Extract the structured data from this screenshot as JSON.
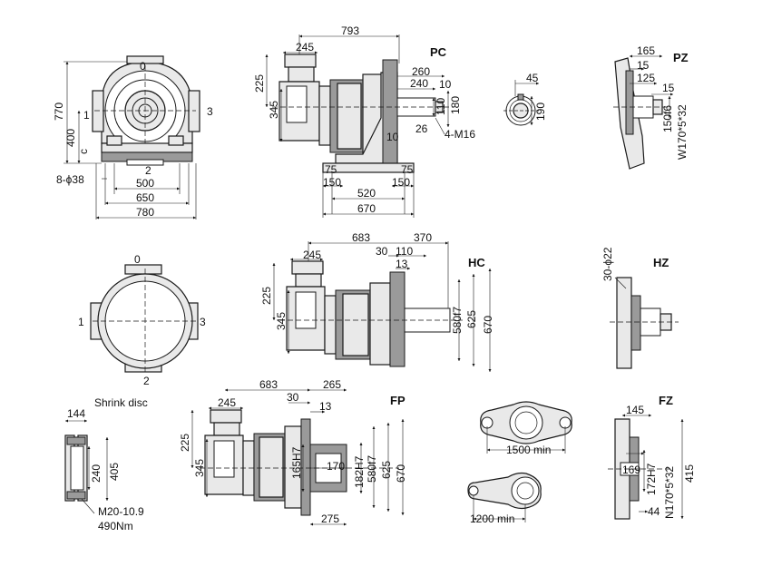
{
  "views": {
    "pc": {
      "label": "PC"
    },
    "hc": {
      "label": "HC"
    },
    "fp": {
      "label": "FP"
    },
    "pz": {
      "label": "PZ"
    },
    "hz": {
      "label": "HZ"
    },
    "fz": {
      "label": "FZ"
    },
    "shrink": {
      "label": "Shrink disc"
    }
  },
  "front_view": {
    "pos0": "0",
    "pos1": "1",
    "pos2": "2",
    "pos3": "3",
    "d770": "770",
    "d400": "400",
    "dc": "c",
    "holes": "8-ϕ38",
    "d500": "500",
    "d650": "650",
    "d780": "780"
  },
  "pc_dims": {
    "d793": "793",
    "d245": "245",
    "d225": "225",
    "d345": "345",
    "d260": "260",
    "d240": "240",
    "d10a": "10",
    "d110": "110",
    "d180": "180",
    "d26": "26",
    "thread": "4-M16",
    "d10b": "10",
    "d75a": "75",
    "d75b": "75",
    "d150a": "150",
    "d150b": "150",
    "d520": "520",
    "d670": "670"
  },
  "key_view": {
    "d45": "45",
    "d190": "190"
  },
  "pz_dims": {
    "d165": "165",
    "d15a": "15",
    "d125": "125",
    "d15b": "15",
    "fit": "150f6",
    "spline": "W170*5*32"
  },
  "hc_front": {
    "pos0": "0",
    "pos1": "1",
    "pos2": "2",
    "pos3": "3"
  },
  "hc_dims": {
    "d683": "683",
    "d370": "370",
    "d30": "30",
    "d110": "110",
    "d13": "13",
    "d245": "245",
    "d225": "225",
    "d345": "345",
    "d580": "580f7",
    "d625": "625",
    "d670": "670"
  },
  "hz_dims": {
    "holes": "30-ϕ22"
  },
  "shrink_dims": {
    "d144": "144",
    "d240": "240",
    "d405": "405",
    "bolt": "M20-10.9",
    "torque": "490Nm"
  },
  "fp_dims": {
    "d683": "683",
    "d265": "265",
    "d30": "30",
    "d13": "13",
    "d245": "245",
    "d225": "225",
    "d345": "345",
    "d165": "165H7",
    "d170": "170",
    "d182": "182H7",
    "d580": "580f7",
    "d625": "625",
    "d670": "670",
    "d275": "275"
  },
  "arm_dims": {
    "d1500": "1500 min",
    "d1200": "1200 min"
  },
  "fz_dims": {
    "d145": "145",
    "d169": "169",
    "d172": "172H7",
    "spline": "N170*5*32",
    "d415": "415",
    "d44": "44"
  }
}
